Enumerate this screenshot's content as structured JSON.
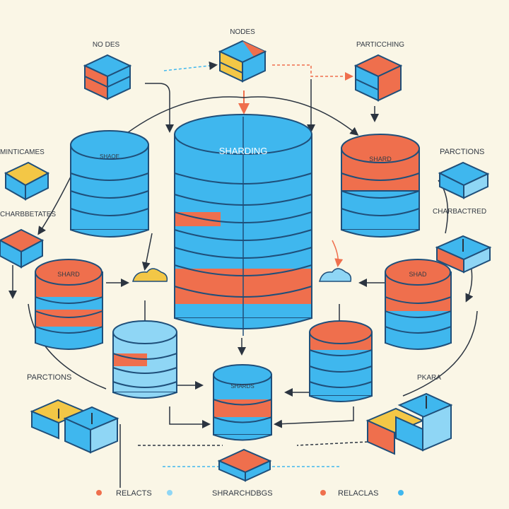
{
  "labels": {
    "nodes_top": "NODES",
    "no_des": "NO DES",
    "particching": "PARTICCHING",
    "minticames": "MINTICAMES",
    "charbbetates": "CHARBBETATES",
    "partions_right": "PARCTIONS",
    "charbactred": "CHARBACTRED",
    "partions_left": "PARCTIONS",
    "pkara": "PKARA"
  },
  "cylinders": {
    "central": "SHARDING",
    "top_left": "SHAOE",
    "top_right": "SHARD",
    "mid_left": "SHARD",
    "mid_right": "SHAD",
    "bottom_center": "SHARDS"
  },
  "legend": {
    "item1": "RELACTS",
    "item2": "SHRARCHDBGS",
    "item3": "RELACLAS"
  },
  "colors": {
    "background": "#faf6e6",
    "blue": "#3fb7ee",
    "blue_light": "#8fd6f5",
    "orange": "#ef6f4d",
    "yellow": "#f3c746",
    "outline": "#1f4f7a"
  }
}
